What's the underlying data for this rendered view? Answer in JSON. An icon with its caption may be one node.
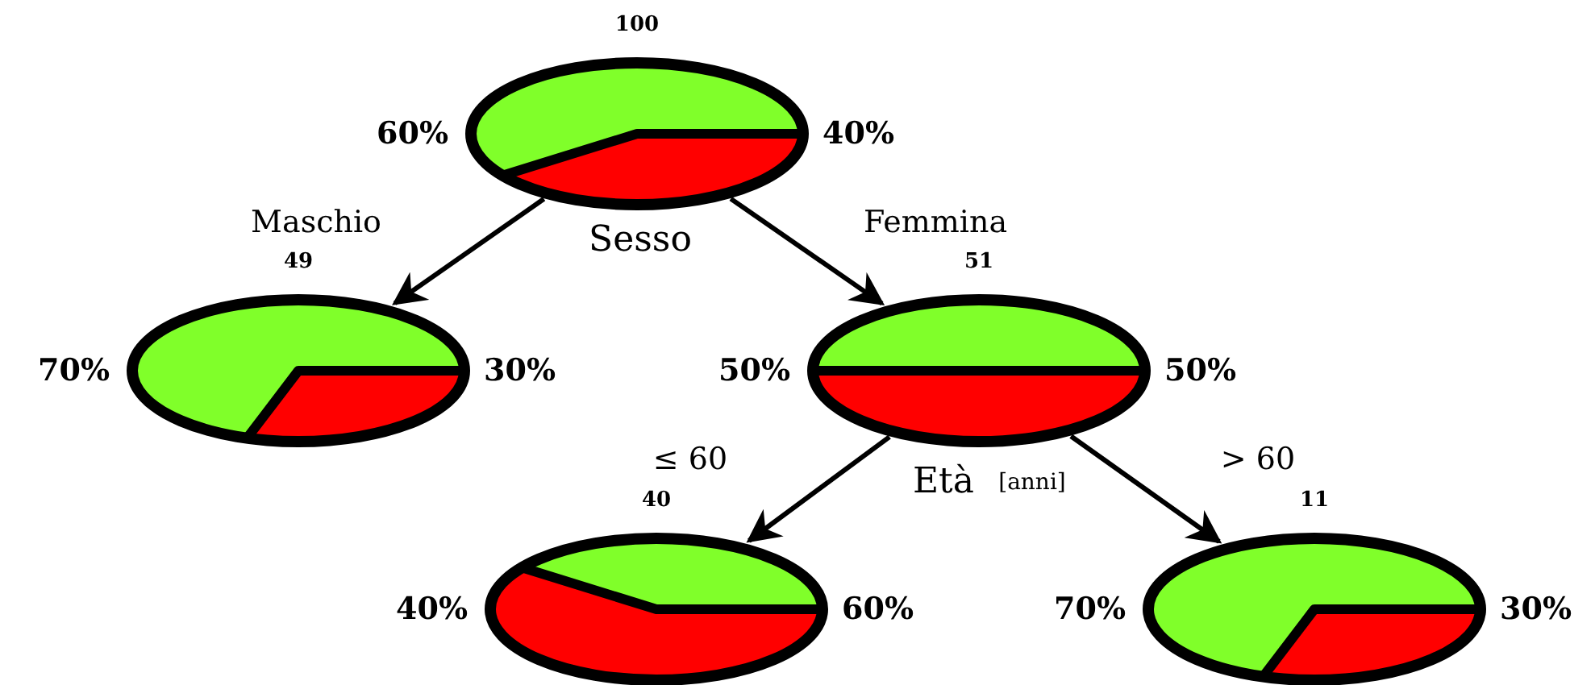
{
  "diagram": {
    "nodes": [
      {
        "text": [
          "100"
        ],
        "beside": [
          "60%",
          "40%",
          "Sesso"
        ]
      },
      {
        "text": [
          "49"
        ],
        "beside": [
          "70%",
          "30%"
        ]
      },
      {
        "text": [
          "51"
        ],
        "beside": [
          "50%",
          "50%",
          "Età",
          "[anni]"
        ]
      },
      {
        "text": [
          "40"
        ],
        "beside": [
          "40%",
          "60%"
        ]
      },
      {
        "text": [
          "11"
        ],
        "beside": [
          "70%",
          "30%"
        ]
      }
    ],
    "edges": [
      {
        "from": 0,
        "to": 1,
        "arrow": "to",
        "label": "Maschio"
      },
      {
        "from": 0,
        "to": 2,
        "arrow": "to",
        "label": "Femmina"
      },
      {
        "from": 2,
        "to": 3,
        "arrow": "to",
        "label": "≤ 60"
      },
      {
        "from": 2,
        "to": 4,
        "arrow": "to",
        "label": "> 60"
      }
    ]
  }
}
